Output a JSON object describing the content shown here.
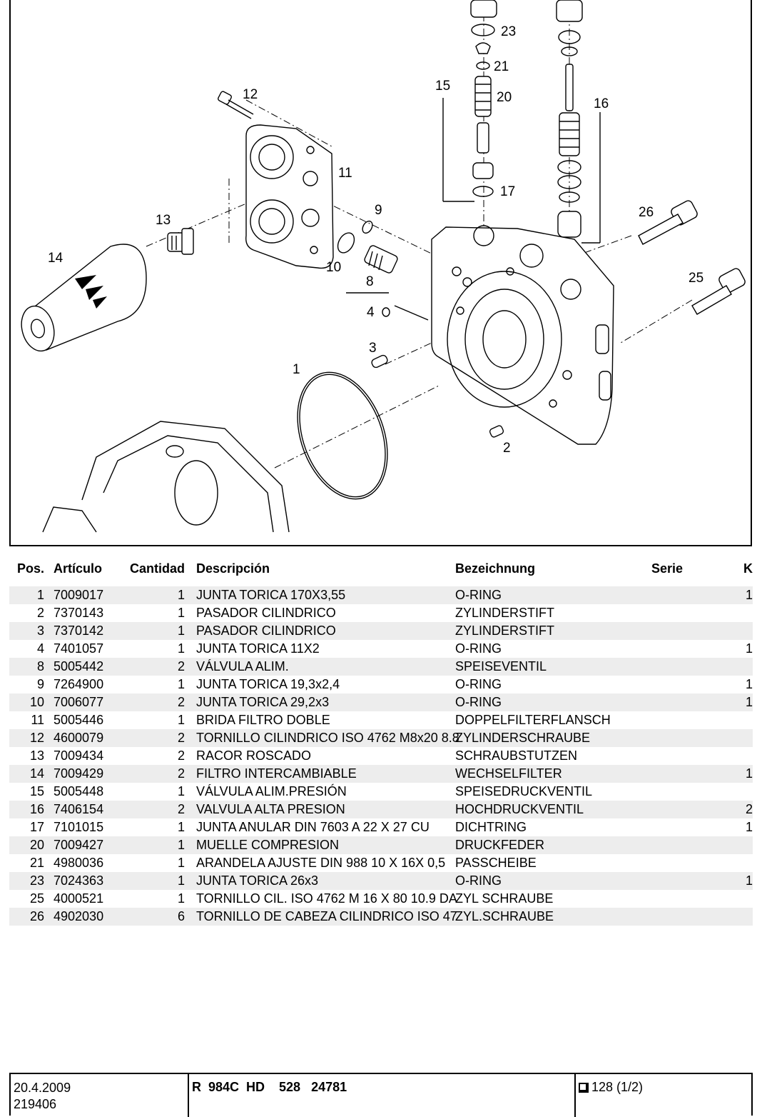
{
  "figure": {
    "callouts": [
      "1",
      "2",
      "3",
      "4",
      "8",
      "9",
      "10",
      "11",
      "12",
      "13",
      "14",
      "15",
      "16",
      "17",
      "20",
      "21",
      "23",
      "25",
      "26"
    ]
  },
  "table": {
    "headers": {
      "pos": "Pos.",
      "articulo": "Artículo",
      "cantidad": "Cantidad",
      "descripcion": "Descripción",
      "bezeichnung": "Bezeichnung",
      "serie": "Serie",
      "k": "K"
    },
    "rows": [
      {
        "pos": "1",
        "art": "7009017",
        "qty": "1",
        "desc": "JUNTA TORICA 170X3,55",
        "bez": "O-RING",
        "serie": "",
        "k": "1"
      },
      {
        "pos": "2",
        "art": "7370143",
        "qty": "1",
        "desc": "PASADOR CILINDRICO",
        "bez": "ZYLINDERSTIFT",
        "serie": "",
        "k": ""
      },
      {
        "pos": "3",
        "art": "7370142",
        "qty": "1",
        "desc": "PASADOR CILINDRICO",
        "bez": "ZYLINDERSTIFT",
        "serie": "",
        "k": ""
      },
      {
        "pos": "4",
        "art": "7401057",
        "qty": "1",
        "desc": "JUNTA TORICA 11X2",
        "bez": "O-RING",
        "serie": "",
        "k": "1"
      },
      {
        "pos": "8",
        "art": "5005442",
        "qty": "2",
        "desc": "VÁLVULA ALIM.",
        "bez": "SPEISEVENTIL",
        "serie": "",
        "k": ""
      },
      {
        "pos": "9",
        "art": "7264900",
        "qty": "1",
        "desc": "JUNTA TORICA 19,3x2,4",
        "bez": "O-RING",
        "serie": "",
        "k": "1"
      },
      {
        "pos": "10",
        "art": "7006077",
        "qty": "2",
        "desc": "JUNTA TORICA 29,2x3",
        "bez": "O-RING",
        "serie": "",
        "k": "1"
      },
      {
        "pos": "11",
        "art": "5005446",
        "qty": "1",
        "desc": "BRIDA FILTRO DOBLE",
        "bez": "DOPPELFILTERFLANSCH",
        "serie": "",
        "k": ""
      },
      {
        "pos": "12",
        "art": "4600079",
        "qty": "2",
        "desc": "TORNILLO CILINDRICO ISO 4762 M8x20 8.8",
        "bez": "ZYLINDERSCHRAUBE",
        "serie": "",
        "k": ""
      },
      {
        "pos": "13",
        "art": "7009434",
        "qty": "2",
        "desc": "RACOR ROSCADO",
        "bez": "SCHRAUBSTUTZEN",
        "serie": "",
        "k": ""
      },
      {
        "pos": "14",
        "art": "7009429",
        "qty": "2",
        "desc": "FILTRO INTERCAMBIABLE",
        "bez": "WECHSELFILTER",
        "serie": "",
        "k": "1"
      },
      {
        "pos": "15",
        "art": "5005448",
        "qty": "1",
        "desc": "VÁLVULA ALIM.PRESIÓN",
        "bez": "SPEISEDRUCKVENTIL",
        "serie": "",
        "k": ""
      },
      {
        "pos": "16",
        "art": "7406154",
        "qty": "2",
        "desc": "VALVULA ALTA PRESION",
        "bez": "HOCHDRUCKVENTIL",
        "serie": "",
        "k": "2"
      },
      {
        "pos": "17",
        "art": "7101015",
        "qty": "1",
        "desc": "JUNTA ANULAR DIN 7603 A 22 X 27 CU",
        "bez": "DICHTRING",
        "serie": "",
        "k": "1"
      },
      {
        "pos": "20",
        "art": "7009427",
        "qty": "1",
        "desc": "MUELLE COMPRESION",
        "bez": "DRUCKFEDER",
        "serie": "",
        "k": ""
      },
      {
        "pos": "21",
        "art": "4980036",
        "qty": "1",
        "desc": "ARANDELA AJUSTE DIN 988 10 X 16X 0,5",
        "bez": "PASSCHEIBE",
        "serie": "",
        "k": ""
      },
      {
        "pos": "23",
        "art": "7024363",
        "qty": "1",
        "desc": "JUNTA TORICA 26x3",
        "bez": "O-RING",
        "serie": "",
        "k": "1"
      },
      {
        "pos": "25",
        "art": "4000521",
        "qty": "1",
        "desc": "TORNILLO CIL. ISO 4762 M 16 X 80 10.9 DA",
        "bez": "ZYL SCHRAUBE",
        "serie": "",
        "k": ""
      },
      {
        "pos": "26",
        "art": "4902030",
        "qty": "6",
        "desc": "TORNILLO DE CABEZA CILINDRICO ISO 47",
        "bez": "ZYL.SCHRAUBE",
        "serie": "",
        "k": ""
      }
    ]
  },
  "footer": {
    "date": "20.4.2009",
    "code": "219406",
    "model": "R  984C  HD    528   24781",
    "page": "128 (1/2)"
  }
}
